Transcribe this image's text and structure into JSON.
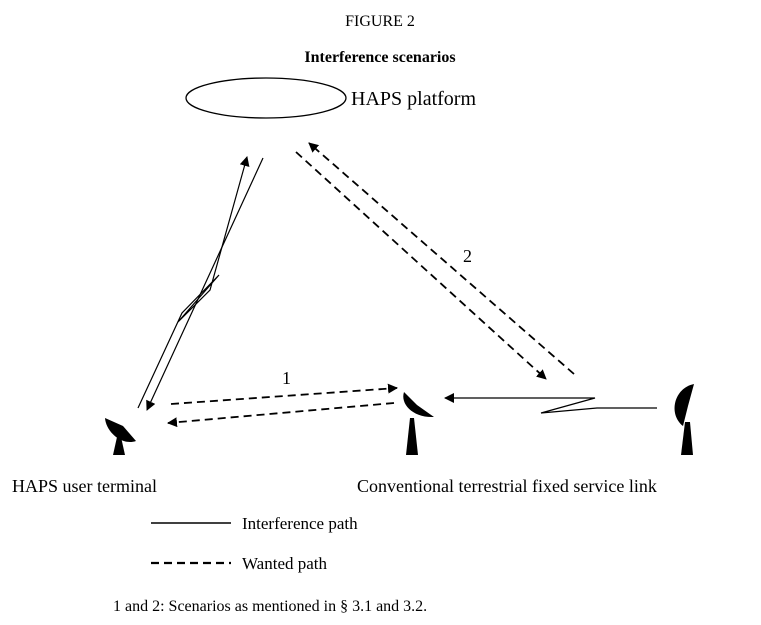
{
  "figure": {
    "number": "FIGURE 2",
    "title": "Interference scenarios"
  },
  "nodes": {
    "platform": "HAPS platform",
    "user_terminal": "HAPS user terminal",
    "fixed_link": "Conventional terrestrial fixed service link"
  },
  "scenario_labels": {
    "one": "1",
    "two": "2"
  },
  "legend": {
    "interference": "Interference path",
    "wanted": "Wanted path"
  },
  "note": "1 and 2: Scenarios as mentioned in § 3.1 and 3.2.",
  "icons": {
    "platform": "ellipse-platform-icon",
    "antenna": "dish-antenna-icon"
  }
}
